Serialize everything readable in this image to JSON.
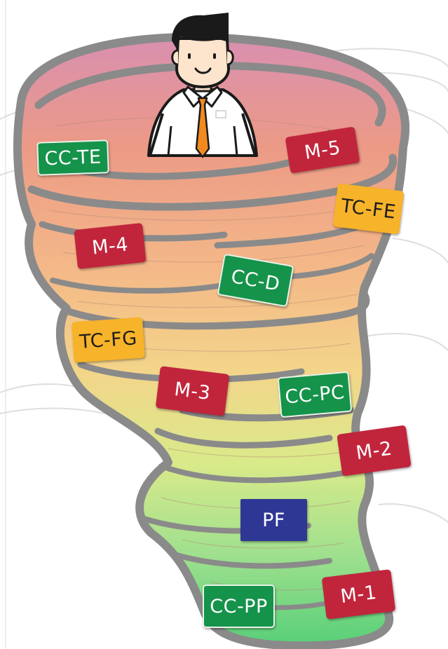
{
  "colors": {
    "red": "#c1253c",
    "green": "#15934a",
    "yellow": "#f7b329",
    "blue": "#2e3794",
    "outline": "#8a8a8a",
    "top_fill": "#d98fa8",
    "mid_fill": "#f0b27e",
    "bottom_fill": "#6fd47a"
  },
  "figure": {
    "icon": "businessman-in-tornado-icon"
  },
  "labels": {
    "cc_te": "CC-TE",
    "m5": "M-5",
    "tc_fe": "TC-FE",
    "m4": "M-4",
    "cc_d": "CC-D",
    "tc_fg": "TC-FG",
    "m3": "M-3",
    "cc_pc": "CC-PC",
    "m2": "M-2",
    "pf": "PF",
    "cc_pp": "CC-PP",
    "m1": "M-1"
  }
}
